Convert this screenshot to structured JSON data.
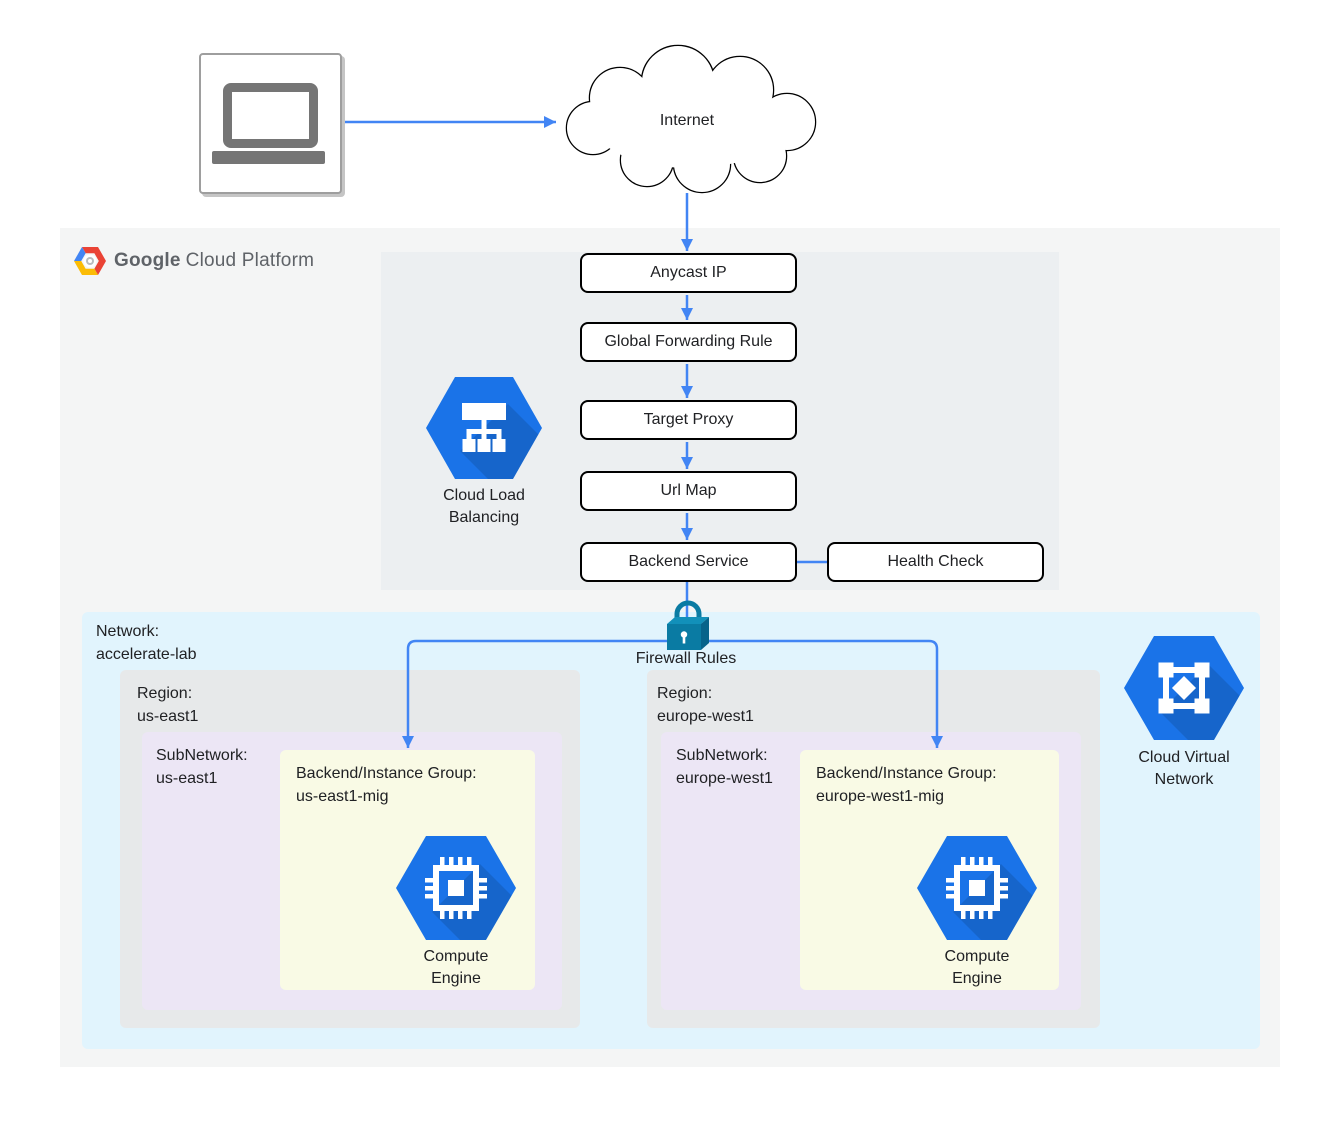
{
  "brand": {
    "google": "Google",
    "product": "Cloud Platform"
  },
  "internet": {
    "label": "Internet"
  },
  "pipeline": {
    "anycast": "Anycast IP",
    "forwarding_rule": "Global Forwarding Rule",
    "target_proxy": "Target Proxy",
    "url_map": "Url Map",
    "backend_service": "Backend Service",
    "health_check": "Health Check"
  },
  "load_balancing": {
    "line1": "Cloud Load",
    "line2": "Balancing"
  },
  "firewall": {
    "label": "Firewall Rules"
  },
  "network": {
    "label": "Network:",
    "name": "accelerate-lab"
  },
  "regions": [
    {
      "region_label": "Region:",
      "region_name": "us-east1",
      "subnet_label": "SubNetwork:",
      "subnet_name": "us-east1",
      "group_label": "Backend/Instance Group:",
      "group_name": "us-east1-mig",
      "compute_line1": "Compute",
      "compute_line2": "Engine"
    },
    {
      "region_label": "Region:",
      "region_name": "europe-west1",
      "subnet_label": "SubNetwork:",
      "subnet_name": "europe-west1",
      "group_label": "Backend/Instance Group:",
      "group_name": "europe-west1-mig",
      "compute_line1": "Compute",
      "compute_line2": "Engine"
    }
  ],
  "virtual_network": {
    "line1": "Cloud Virtual",
    "line2": "Network"
  },
  "colors": {
    "arrow_blue": "#4285f4",
    "hexagon_blue": "#1a73e8",
    "lock_teal": "#0a7ba3",
    "gcp_panel": "#f4f5f5",
    "load_balancer_panel": "#eceff1",
    "network_panel": "#e1f4fd",
    "region_panel": "#e7e9ea",
    "subnet_panel": "#ece6f5",
    "instance_group_panel": "#f9fae5",
    "logo_red": "#ea4335",
    "logo_yellow": "#fbbc05",
    "logo_blue": "#4285f4"
  }
}
